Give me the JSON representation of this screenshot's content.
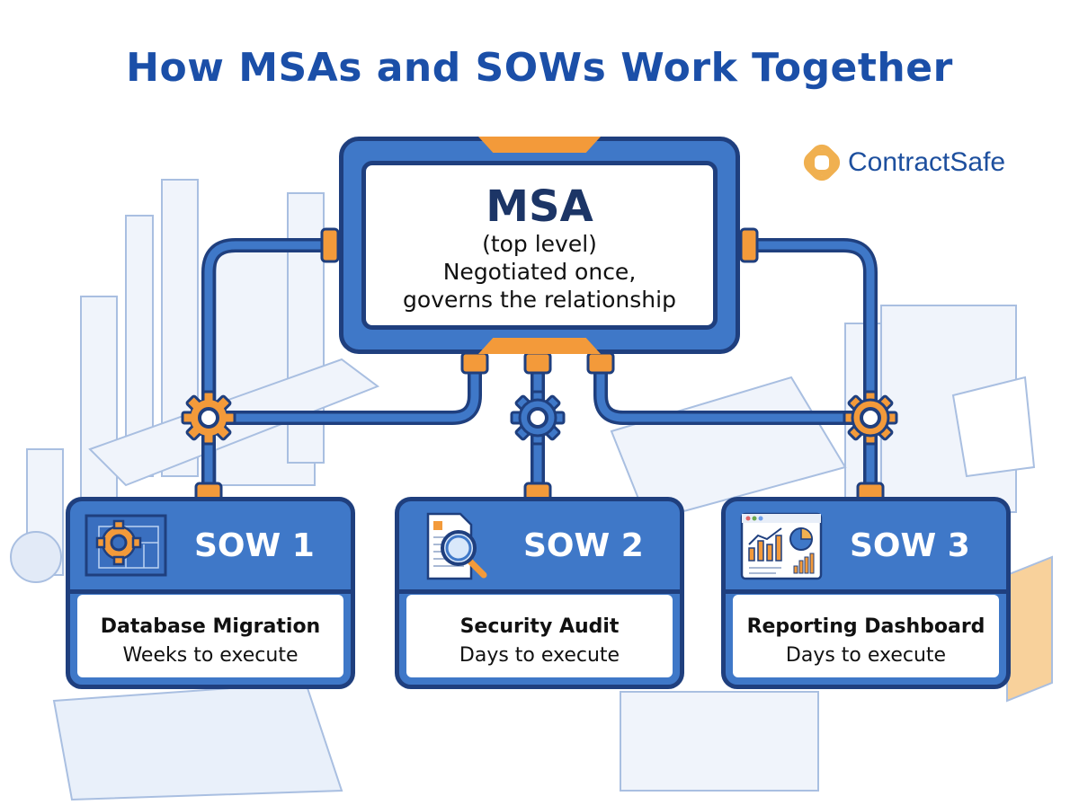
{
  "title": "How MSAs and SOWs Work Together",
  "brand": {
    "name": "ContractSafe",
    "icon": "interlocked-rings-logo-icon",
    "color": "#f0b050"
  },
  "colors": {
    "primary_blue": "#3f78c8",
    "dark_navy": "#1f3f7e",
    "title_blue": "#1b4fa8",
    "accent_orange": "#f39a3a"
  },
  "msa": {
    "title": "MSA",
    "subtitle": "(top level)",
    "line1": "Negotiated once,",
    "line2": "governs the relationship"
  },
  "sows": [
    {
      "label": "SOW 1",
      "name": "Database Migration",
      "duration": "Weeks to execute",
      "icon": "blueprint-gear-icon"
    },
    {
      "label": "SOW 2",
      "name": "Security Audit",
      "duration": "Days to execute",
      "icon": "document-magnifier-icon"
    },
    {
      "label": "SOW 3",
      "name": "Reporting Dashboard",
      "duration": "Days to execute",
      "icon": "dashboard-chart-icon"
    }
  ],
  "connectors": {
    "gears": [
      "left-gear-orange",
      "center-gear-blue",
      "right-gear-orange"
    ]
  }
}
